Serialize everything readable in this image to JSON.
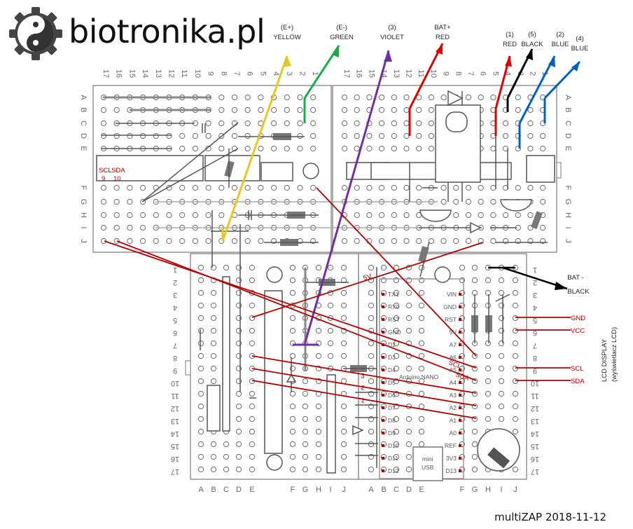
{
  "brand": {
    "name": "biotronika.pl",
    "logo": "yin-yang-gear-icon"
  },
  "footer": "multiZAP 2018-11-12",
  "top_wires": [
    {
      "num": "(E+)",
      "label": "YELLOW",
      "color": "#e6c81e"
    },
    {
      "num": "(E-)",
      "label": "GREEN",
      "color": "#1aaa4a"
    },
    {
      "num": "(3)",
      "label": "VIOLET",
      "color": "#7030a0"
    },
    {
      "num": "BAT+",
      "label": "RED",
      "color": "#e00000"
    },
    {
      "num": "(1)",
      "label": "RED",
      "color": "#e00000"
    },
    {
      "num": "(5)",
      "label": "BLACK",
      "color": "#000000"
    },
    {
      "num": "(2)",
      "label": "BLUE",
      "color": "#0060c0"
    },
    {
      "num": "(4)",
      "label": "BLUE",
      "color": "#0060c0"
    }
  ],
  "bat_minus": {
    "line1": "BAT -",
    "line2": "BLACK"
  },
  "lcd": {
    "title": "LCD DISPLAY",
    "subtitle": "(wyświetlacz LCD)",
    "pins": [
      "GND",
      "VCC",
      "SCL",
      "SDA"
    ]
  },
  "scl_sda": {
    "scl": "SCL",
    "sda": "SDA",
    "scl_num": "9",
    "sda_num": "10"
  },
  "arduino": {
    "name": "Arduino NANO",
    "left_pins": [
      "TX1",
      "RX0",
      "RST",
      "GND",
      "D2",
      "D3",
      "D4",
      "D5",
      "D6",
      "D7",
      "D8",
      "D9",
      "D10",
      "D11",
      "D12"
    ],
    "right_pins": [
      "VIN",
      "GND",
      "RST",
      "5V",
      "A7",
      "A6",
      "A5",
      "A4",
      "A3",
      "A2",
      "A1",
      "A0",
      "REF",
      "3V3",
      "D13"
    ],
    "usb_line1": "mini",
    "usb_line2": "USB"
  },
  "wire_labels": [
    "SCL",
    "SDA",
    "1",
    "2",
    "3",
    "5V"
  ],
  "top_board": {
    "cols": [
      "17",
      "16",
      "15",
      "14",
      "13",
      "12",
      "11",
      "10",
      "9",
      "8",
      "7",
      "6",
      "5",
      "4",
      "3",
      "2",
      "1"
    ],
    "rows": [
      "A",
      "B",
      "C",
      "D",
      "E",
      "F",
      "G",
      "H",
      "I",
      "J"
    ]
  },
  "bottom_board": {
    "rows": [
      "1",
      "2",
      "3",
      "4",
      "5",
      "6",
      "7",
      "8",
      "9",
      "10",
      "11",
      "12",
      "13",
      "14",
      "15",
      "16",
      "17"
    ],
    "cols": [
      "A",
      "B",
      "C",
      "D",
      "E",
      "F",
      "G",
      "H",
      "I",
      "J"
    ]
  }
}
